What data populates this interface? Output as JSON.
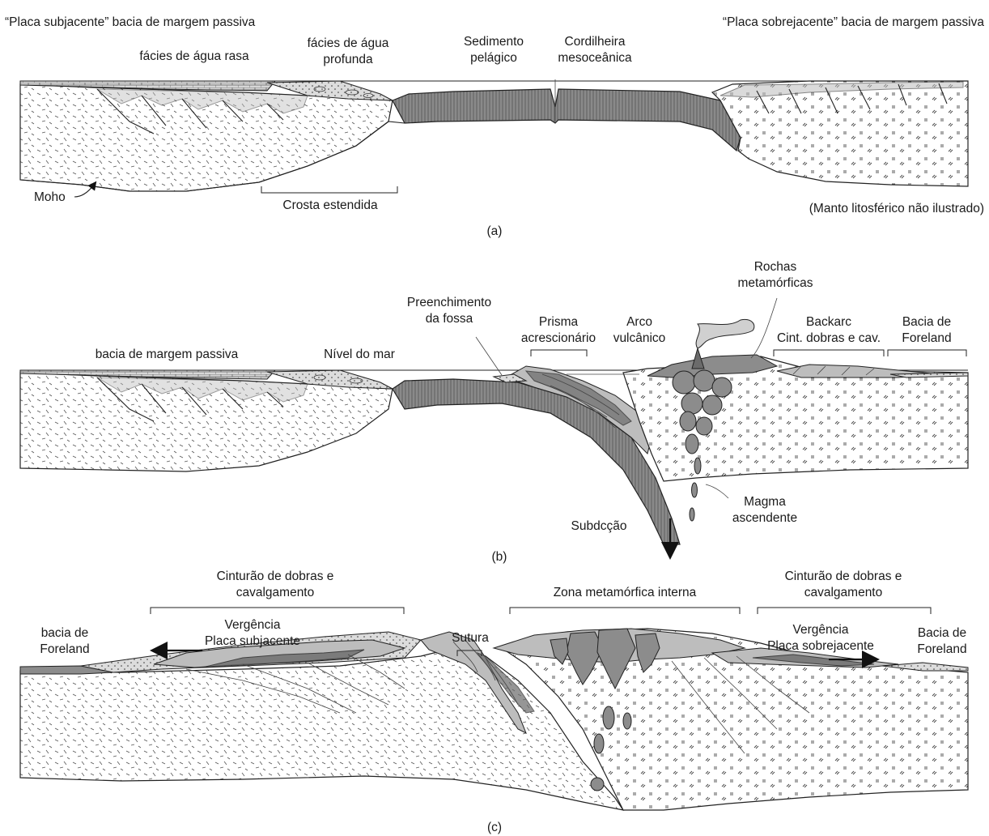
{
  "panel_a": {
    "title_left": "“Placa subjacente” bacia de margem passiva",
    "title_right": "“Placa sobrejacente” bacia de margem passiva",
    "shallow_facies": "fácies de água rasa",
    "deep_facies_line1": "fácies de água",
    "deep_facies_line2": "profunda",
    "pelagic_line1": "Sedimento",
    "pelagic_line2": "pelágico",
    "ridge_line1": "Cordilheira",
    "ridge_line2": "mesoceânica",
    "moho": "Moho",
    "extended_crust": "Crosta estendida",
    "mantle_note": "(Manto litosférico não ilustrado)",
    "panel_label": "(a)"
  },
  "panel_b": {
    "passive_basin": "bacia de margem passiva",
    "sea_level": "Nível do mar",
    "trench_fill_line1": "Preenchimento",
    "trench_fill_line2": "da fossa",
    "prism_line1": "Prisma",
    "prism_line2": "acrescionário",
    "arc_line1": "Arco",
    "arc_line2": "vulcânico",
    "meta_line1": "Rochas",
    "meta_line2": "metamórficas",
    "backarc_line1": "Backarc",
    "backarc_line2": "Cint. dobras e cav.",
    "foreland_line1": "Bacia de",
    "foreland_line2": "Foreland",
    "magma_line1": "Magma",
    "magma_line2": "ascendente",
    "subduction": "Subdcção",
    "panel_label": "(b)"
  },
  "panel_c": {
    "belt_left_line1": "Cinturão de dobras e",
    "belt_left_line2": "cavalgamento",
    "vergence_left_line1": "Vergência",
    "vergence_left_line2": "Placa subjacente",
    "foreland_left_line1": "bacia de",
    "foreland_left_line2": "Foreland",
    "suture": "Sutura",
    "internal_zone": "Zona metamórfica interna",
    "belt_right_line1": "Cinturão de dobras e",
    "belt_right_line2": "cavalgamento",
    "vergence_right_line1": "Vergência",
    "vergence_right_line2": "Placa sobrejacente",
    "foreland_right_line1": "Bacia de",
    "foreland_right_line2": "Foreland",
    "panel_label": "(c)"
  }
}
